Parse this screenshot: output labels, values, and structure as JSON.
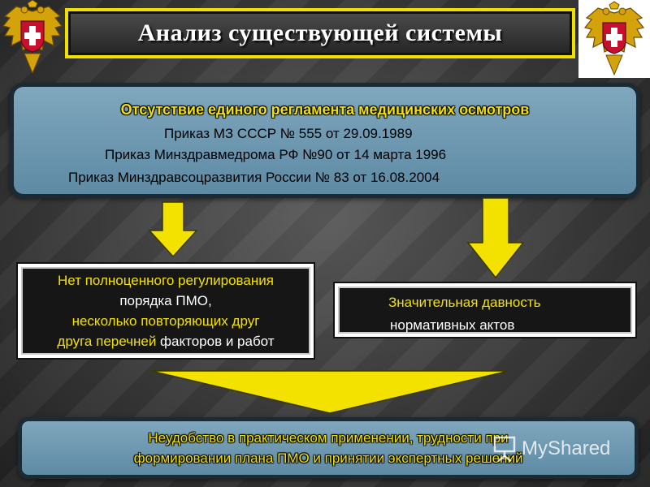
{
  "title": "Анализ существующей системы",
  "top_panel": {
    "heading": "Отсутствие единого регламента медицинских осмотров",
    "orders": [
      "Приказ МЗ СССР № 555 от 29.09.1989",
      "Приказ Минздравмедрома РФ №90 от 14 марта 1996",
      "Приказ Минздравсоцразвития России № 83 от 16.08.2004"
    ]
  },
  "left_box": {
    "line1": "Нет полноценного регулирования",
    "line2": "порядка ПМО,",
    "line3": "несколько повторяющих друг",
    "line4_a": "друга перечней",
    "line4_b": " факторов и работ"
  },
  "right_box": {
    "line1": "Значительная давность",
    "line2": "нормативных актов"
  },
  "bottom_panel": {
    "line1": "Неудобство в практическом применении, трудности при",
    "line2": "формировании плана ПМО и принятии экспертных решений"
  },
  "watermark": "MyShared",
  "colors": {
    "accent_yellow": "#f3e200",
    "panel_blue": "#6e98b0",
    "dark_box": "#161616"
  },
  "icons": {
    "left_emblem": "double-headed-eagle-emblem",
    "right_emblem": "double-headed-eagle-emblem",
    "arrows": "down-arrow"
  }
}
